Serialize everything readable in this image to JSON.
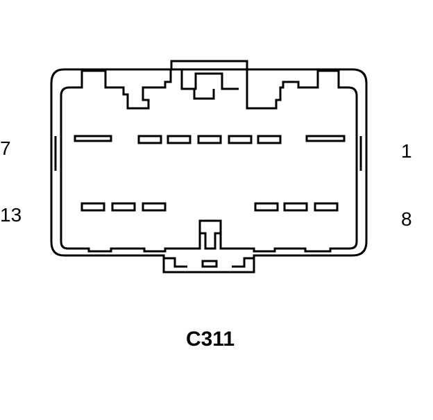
{
  "connector": {
    "id": "C311",
    "pin_labels": {
      "top_left": "7",
      "top_right": "1",
      "bottom_left": "13",
      "bottom_right": "8"
    },
    "top_row_pins": 7,
    "bottom_row_pins": 6
  },
  "colors": {
    "line": "#000000",
    "background": "#ffffff"
  }
}
